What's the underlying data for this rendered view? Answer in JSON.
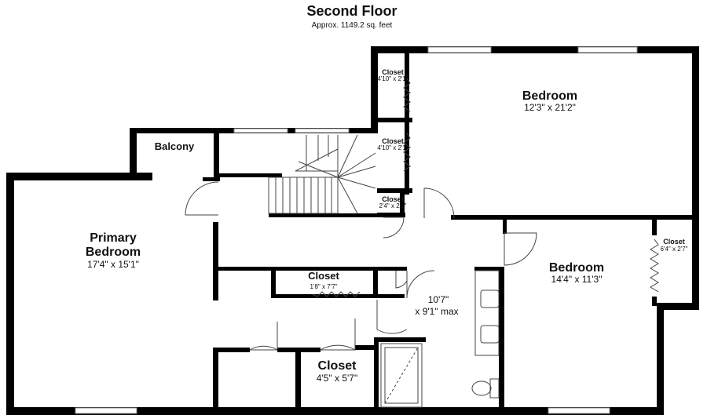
{
  "header": {
    "title": "Second Floor",
    "subtitle": "Approx. 1149.2 sq. feet"
  },
  "rooms": {
    "bedroom_top": {
      "name": "Bedroom",
      "dims": "12'3\" x 21'2\""
    },
    "closet_top_1": {
      "name": "Closet",
      "dims": "4'10\" x 2'1\""
    },
    "closet_top_2": {
      "name": "Closet",
      "dims": "4'10\" x 2'1\""
    },
    "closet_small": {
      "name": "Closet",
      "dims": "2'4\" x 2'1\""
    },
    "balcony": {
      "name": "Balcony"
    },
    "primary_bedroom": {
      "name_line1": "Primary",
      "name_line2": "Bedroom",
      "dims": "17'4\" x 15'1\""
    },
    "closet_hall": {
      "name": "Closet",
      "dims": "1'8\" x 7'7\""
    },
    "bath": {
      "dims_line1": "10'7\"",
      "dims_line2": "x 9'1\" max"
    },
    "bedroom_right": {
      "name": "Bedroom",
      "dims": "14'4\" x 11'3\""
    },
    "closet_right": {
      "name": "Closet",
      "dims": "6'4\" x 2'7\""
    },
    "closet_bottom": {
      "name": "Closet",
      "dims": "4'5\" x 5'7\""
    }
  },
  "colors": {
    "wall": "#000000",
    "window": "#9a9a9a",
    "fixture": "#555555"
  }
}
